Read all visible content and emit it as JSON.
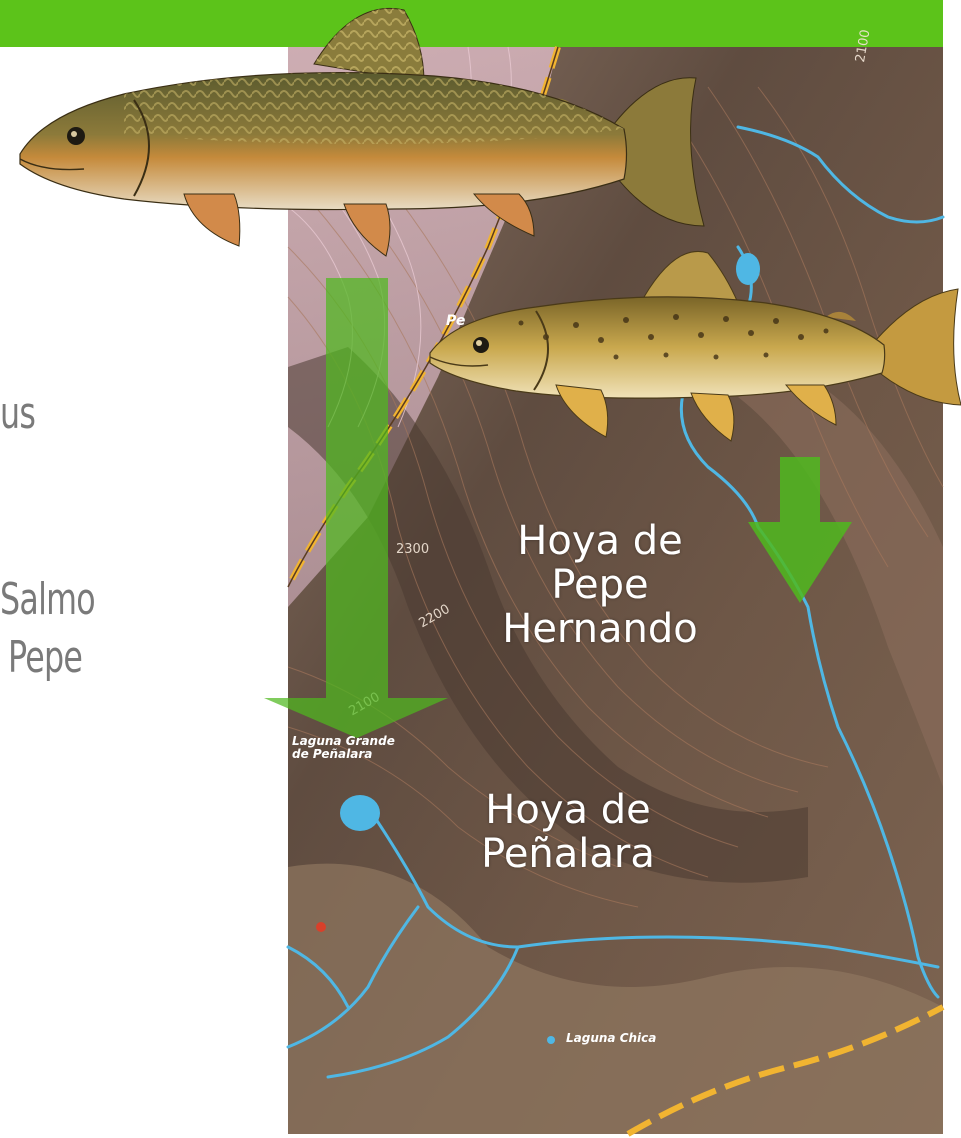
{
  "colors": {
    "header_bar": "#5cc31a",
    "arrow_green": "#4fb81e",
    "left_text": "#7a7a7a",
    "map_terrain": "#6b5647",
    "water": "#4fb7e4",
    "trail": "#f1b431"
  },
  "left_text": {
    "line1": "us",
    "line2": "Salmo",
    "line3": "Pepe"
  },
  "map": {
    "labels": {
      "hoya_pepe": [
        "Hoya de",
        "Pepe",
        "Hernando"
      ],
      "hoya_penalara": [
        "Hoya de",
        "Peñalara"
      ],
      "laguna_grande": [
        "Laguna Grande",
        "de Peñalara"
      ],
      "laguna_chica": "Laguna Chica",
      "trail_partial": "Pe"
    },
    "contours": [
      "2100",
      "2300",
      "2200",
      "2100"
    ]
  },
  "icons": {
    "fish_top": "brook-trout-icon",
    "fish_right": "brown-trout-icon",
    "arrow_long": "down-arrow-icon",
    "arrow_short": "down-arrow-icon"
  }
}
